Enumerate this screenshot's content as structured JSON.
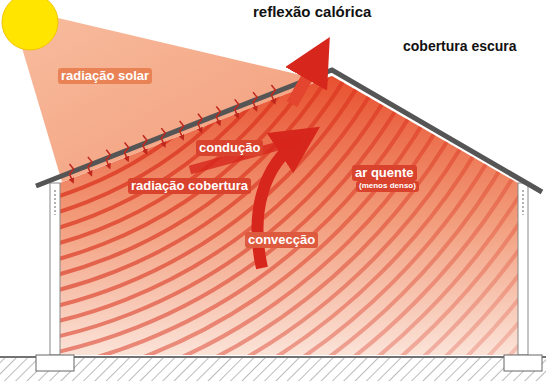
{
  "diagram": {
    "labels": [
      "reflexão calórica",
      "radiação solar",
      "cobertura escura",
      "condução",
      "radiação cobertura",
      "ar quente",
      "(menos denso)",
      "convecção"
    ]
  }
}
